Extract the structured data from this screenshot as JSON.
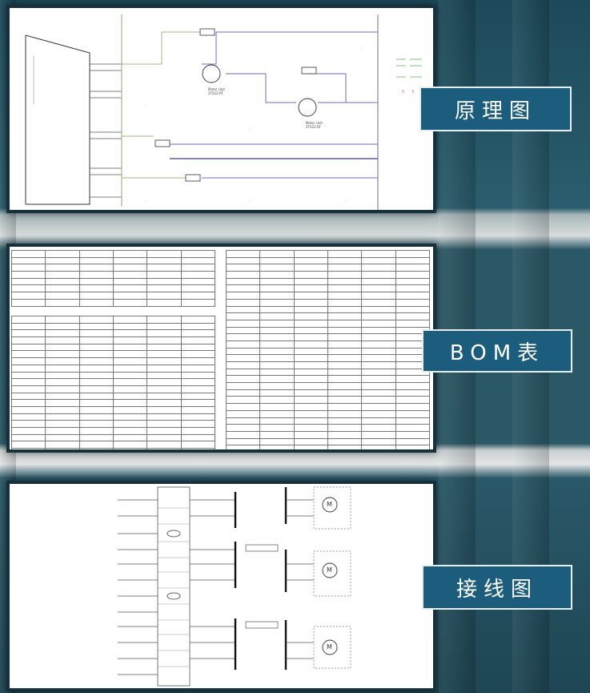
{
  "labels": {
    "schematic": "原理图",
    "bom": "BOM表",
    "wiring": "接线图"
  },
  "colors": {
    "label_bg": "#1c5d7e",
    "panel_border": "#16313b",
    "wire_purple": "#6a6ad0",
    "wire_green": "#9bbf7a"
  }
}
